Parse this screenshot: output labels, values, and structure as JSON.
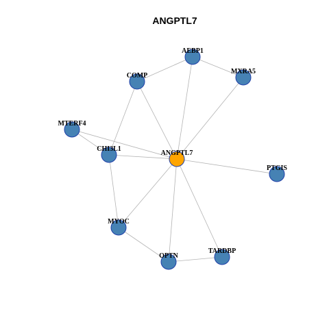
{
  "title": "ANGPTL7",
  "colors": {
    "center_node": "#FFA500",
    "neighbor_node": "#4682B4",
    "node_stroke": "#1f3fa8",
    "edge": "#b3b3b3"
  },
  "nodes": [
    {
      "id": "ANGPTL7",
      "label": "ANGPTL7",
      "role": "center"
    },
    {
      "id": "AEBP1",
      "label": "AEBP1",
      "role": "neighbor"
    },
    {
      "id": "COMP",
      "label": "COMP",
      "role": "neighbor"
    },
    {
      "id": "MXRA5",
      "label": "MXRA5",
      "role": "neighbor"
    },
    {
      "id": "MTERF4",
      "label": "MTERF4",
      "role": "neighbor"
    },
    {
      "id": "CHI3L1",
      "label": "CHI3L1",
      "role": "neighbor"
    },
    {
      "id": "PTGIS",
      "label": "PTGIS",
      "role": "neighbor"
    },
    {
      "id": "MYOC",
      "label": "MYOC",
      "role": "neighbor"
    },
    {
      "id": "TARDBP",
      "label": "TARDBP",
      "role": "neighbor"
    },
    {
      "id": "OPTN",
      "label": "OPTN",
      "role": "neighbor"
    }
  ],
  "edges": [
    [
      "ANGPTL7",
      "AEBP1"
    ],
    [
      "ANGPTL7",
      "COMP"
    ],
    [
      "ANGPTL7",
      "MXRA5"
    ],
    [
      "ANGPTL7",
      "MTERF4"
    ],
    [
      "ANGPTL7",
      "CHI3L1"
    ],
    [
      "ANGPTL7",
      "PTGIS"
    ],
    [
      "ANGPTL7",
      "MYOC"
    ],
    [
      "ANGPTL7",
      "TARDBP"
    ],
    [
      "ANGPTL7",
      "OPTN"
    ],
    [
      "AEBP1",
      "COMP"
    ],
    [
      "AEBP1",
      "MXRA5"
    ],
    [
      "COMP",
      "CHI3L1"
    ],
    [
      "MTERF4",
      "CHI3L1"
    ],
    [
      "CHI3L1",
      "MYOC"
    ],
    [
      "MYOC",
      "OPTN"
    ],
    [
      "OPTN",
      "TARDBP"
    ]
  ]
}
